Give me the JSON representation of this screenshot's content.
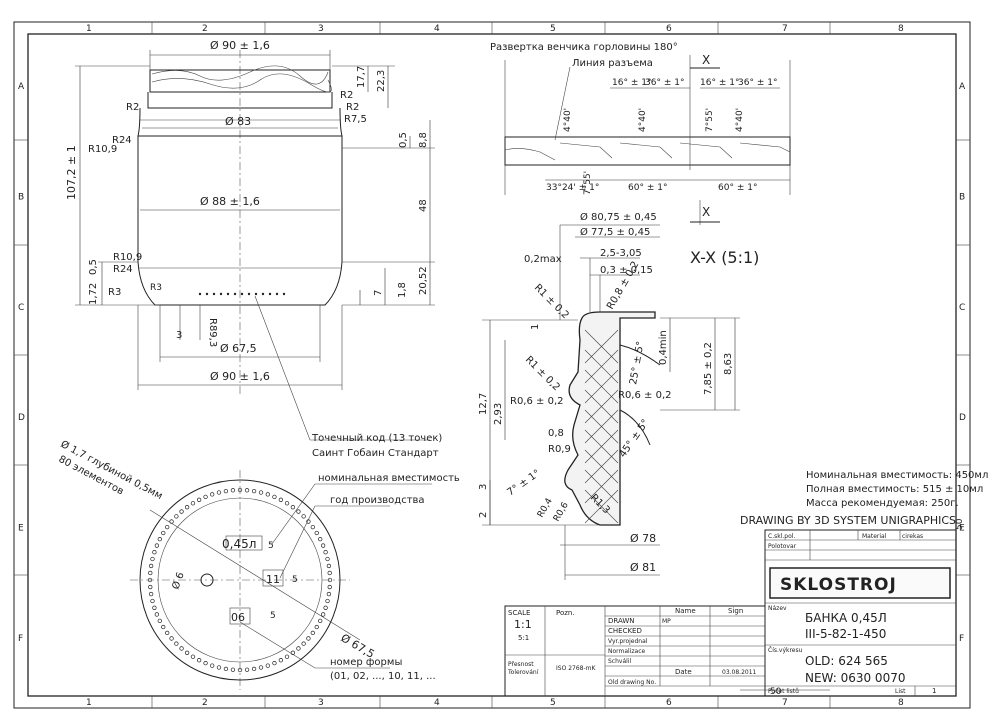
{
  "grid": {
    "top_numbers": [
      "1",
      "2",
      "3",
      "4",
      "5",
      "6",
      "7",
      "8"
    ],
    "bottom_numbers": [
      "1",
      "2",
      "3",
      "4",
      "5",
      "6",
      "7",
      "8"
    ],
    "left_letters": [
      "A",
      "B",
      "C",
      "D",
      "E",
      "F"
    ],
    "right_letters": [
      "A",
      "B",
      "C",
      "D",
      "E",
      "F"
    ]
  },
  "side_view": {
    "d_top": "Ø 90 ± 1,6",
    "d_83": "Ø 83",
    "d_88": "Ø 88 ± 1,6",
    "d_675": "Ø 67,5",
    "d_bottom": "Ø 90 ± 1,6",
    "h_total": "107,2 ± 1",
    "h_177": "17,7",
    "h_223": "22,3",
    "h_05": "0,5",
    "h_88": "8,8",
    "h_48": "48",
    "h_2052": "20,52",
    "h_7": "7",
    "h_18": "1,8",
    "h_3": "3",
    "h_172": "1,72",
    "h_05b": "0,5",
    "r2a": "R2",
    "r2b": "R2",
    "r2c": "R2",
    "r75": "R7,5",
    "r109a": "R10,9",
    "r24a": "R24",
    "r109b": "R10,9",
    "r24b": "R24",
    "r3": "R3",
    "r893": "R89,3",
    "r3b": "R3",
    "note_code": "Точечный код (13 точек)",
    "note_std": "Саинт Гобаин Стандарт"
  },
  "unroll": {
    "title": "Развертка венчика горловины 180°",
    "parting": "Линия разъема",
    "x_mark": "X",
    "a16_1": "16° ± 1°",
    "a36_1": "36° ± 1°",
    "a16_2": "16° ± 1°",
    "a36_2": "36° ± 1°",
    "a440_1": "4°40'",
    "a440_2": "4°40'",
    "a755_1": "7°55'",
    "a440_3": "4°40'",
    "a755_2": "7°55'",
    "a3324": "33°24' ± 1°",
    "a60_1": "60° ± 1°",
    "a60_2": "60° ± 1°"
  },
  "section": {
    "x_mark": "X",
    "d8075": "Ø 80,75 ± 0,45",
    "d775": "Ø 77,5 ± 0,45",
    "title": "X-X (5:1)",
    "m02max": "0,2max",
    "m25": "2,5-3,05",
    "m03": "0,3 ± 0,15",
    "r1a": "R1 ± 0,2",
    "r08": "R0,8 ± 0,2",
    "m1": "1",
    "r1b": "R1 ± 0,2",
    "a25": "25° ± 5°",
    "m04": "0,4min",
    "m785": "7,85 ± 0,2",
    "m863": "8,63",
    "m127": "12,7",
    "m293": "2,93",
    "r06a": "R0,6 ± 0,2",
    "r06b": "R0,6 ± 0,2",
    "m08": "0,8",
    "r09": "R0,9",
    "a45": "45° ± 5°",
    "m3": "3",
    "m2": "2",
    "a7": "7° ± 1°",
    "r13": "R1,3",
    "r04": "R0,4",
    "r06c": "R0,6",
    "d78": "Ø 78",
    "d81": "Ø 81"
  },
  "bottom_view": {
    "n_dots": "Ø 1,7 глубиной 0,5мм",
    "n_count": "80 элементов",
    "vol": "0,45л",
    "d6": "Ø 6",
    "v11": "11",
    "v5a": "5",
    "v5b": "5",
    "v06": "06",
    "v5c": "5",
    "d675": "Ø 67,5",
    "lbl_vol": "номинальная вместимость",
    "lbl_year": "год производства",
    "lbl_mould": "номер формы",
    "lbl_mould_list": "(01, 02, ..., 10, 11, ..."
  },
  "specs": {
    "nominal": "Номинальная вместимость: 450мл",
    "full": "Полная вместимость: 515 ± 10мл",
    "mass": "Масса рекомендуемая: 250г.",
    "drawn_by": "DRAWING BY 3D SYSTEM UNIGRAPHICS"
  },
  "title_block": {
    "scale_label": "SCALE",
    "scale_value": "1:1",
    "scale_sub": "5:1",
    "pozn": "Pozn.",
    "name_h": "Name",
    "sign_h": "Sign",
    "drawn": "DRAWN",
    "drawn_name": "MP",
    "checked": "CHECKED",
    "vyr": "Vyr.projednal",
    "norm": "Normalizace",
    "schvalil": "Schválil",
    "presnost": "Přesnost",
    "tolerovani": "Tolerování",
    "iso": "ISO 2768-mK",
    "date_label": "Date",
    "date_value": "03.08.2011",
    "old_drawing": "Old drawing No.",
    "c_skl": "C.skl.pol.",
    "polotovar": "Polotovar",
    "material": "Material",
    "material_val": "cirekas",
    "logo": "SKLOSTROJ",
    "nazev": "Název",
    "product_name": "БАНКА 0,45Л",
    "product_code": "III-5-82-1-450",
    "cis_vykresu": "Čís.výkresu",
    "old_no": "OLD: 624 565",
    "new_no": "NEW: 0630 0070",
    "pocet": "Počet listů",
    "list": "List",
    "list_no": "1"
  },
  "frame_marks": {
    "m50_right": "50",
    "m50_bottom": "50"
  }
}
